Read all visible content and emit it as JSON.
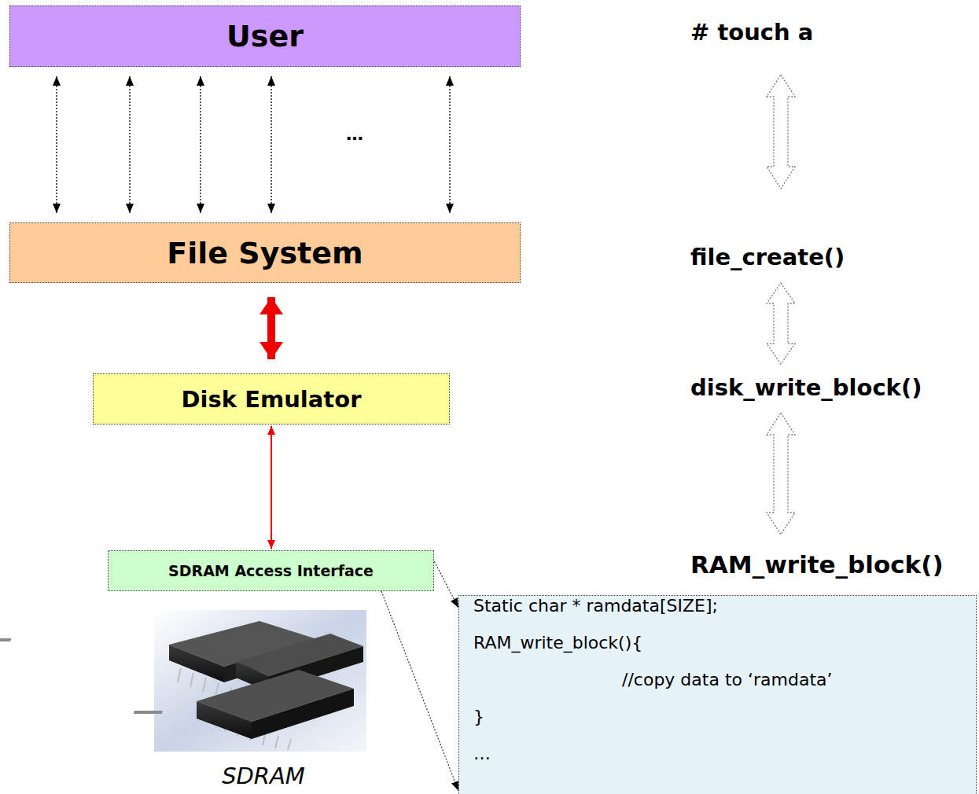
{
  "diagram": {
    "nodes": [
      {
        "text": [
          "User"
        ]
      },
      {
        "text": [
          "File System"
        ]
      },
      {
        "text": [
          "Disk Emulator"
        ]
      },
      {
        "text": [
          "SDRAM Access Interface"
        ]
      },
      {
        "text": [
          "Static char * ramdata[SIZE];",
          "RAM_write_block(){",
          "//copy data to ‘ramdata’",
          "}",
          "…"
        ]
      }
    ],
    "edges": [
      {
        "from": 0,
        "to": 1,
        "arrow": "both"
      },
      {
        "from": 0,
        "to": 1,
        "arrow": "both"
      },
      {
        "from": 0,
        "to": 1,
        "arrow": "both"
      },
      {
        "from": 0,
        "to": 1,
        "arrow": "both"
      },
      {
        "from": 0,
        "to": 1,
        "arrow": "both"
      },
      {
        "from": 1,
        "to": 2,
        "arrow": "both"
      },
      {
        "from": 2,
        "to": 3,
        "arrow": "both"
      },
      {
        "from": 3,
        "to": 4,
        "arrow": "to"
      },
      {
        "from": 3,
        "to": 4,
        "arrow": "to"
      }
    ],
    "labels": [
      "…",
      "# touch a",
      "file_create()",
      "disk_write_block()",
      "RAM_write_block()",
      "SDRAM"
    ]
  }
}
